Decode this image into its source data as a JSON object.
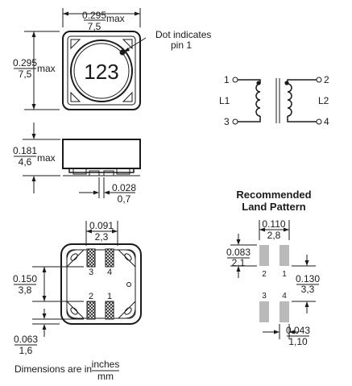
{
  "top_view": {
    "width": {
      "inches": "0.295",
      "mm": "7,5",
      "suffix": "max"
    },
    "height": {
      "inches": "0.295",
      "mm": "7,5",
      "suffix": "max"
    },
    "part_marking": "123",
    "pin1_note_line1": "Dot indicates",
    "pin1_note_line2": "pin 1"
  },
  "side_view": {
    "height": {
      "inches": "0.181",
      "mm": "4,6",
      "suffix": "max"
    },
    "terminal": {
      "inches": "0.028",
      "mm": "0,7"
    }
  },
  "bottom_view": {
    "pad_width": {
      "inches": "0.091",
      "mm": "2,3"
    },
    "row_spacing": {
      "inches": "0.150",
      "mm": "3,8"
    },
    "edge_offset": {
      "inches": "0.063",
      "mm": "1,6"
    },
    "pin_labels": [
      "3",
      "4",
      "2",
      "1"
    ]
  },
  "schematic": {
    "pins": [
      "1",
      "2",
      "3",
      "4"
    ],
    "coil_labels": [
      "L1",
      "L2"
    ]
  },
  "land_pattern": {
    "title_line1": "Recommended",
    "title_line2": "Land Pattern",
    "width": {
      "inches": "0.110",
      "mm": "2,8"
    },
    "pad_length": {
      "inches": "0.083",
      "mm": "2,1"
    },
    "row_gap": {
      "inches": "0.130",
      "mm": "3,3"
    },
    "pad_width": {
      "inches": "0.043",
      "mm": "1,10"
    },
    "pin_labels": [
      "2",
      "1",
      "3",
      "4"
    ]
  },
  "footnote": {
    "prefix": "Dimensions are in",
    "unit_top": "inches",
    "unit_bottom": "mm"
  }
}
